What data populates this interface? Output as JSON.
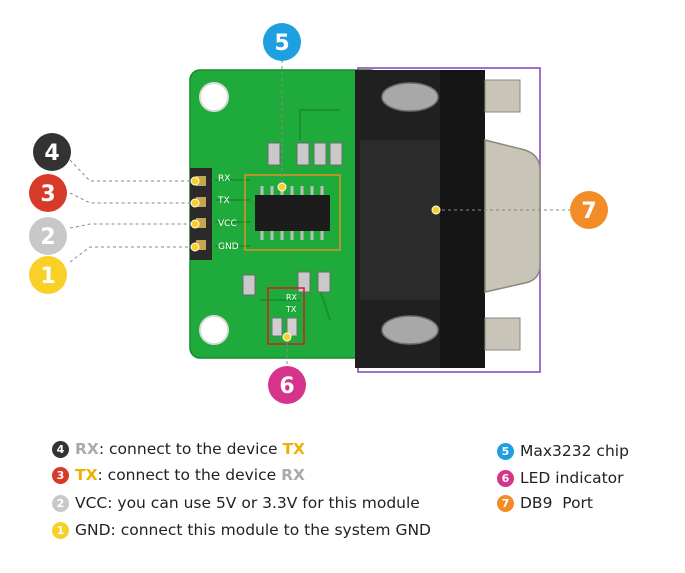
{
  "colors": {
    "pcb_green": "#1faa3c",
    "dark": "#333333",
    "red": "#d83a2a",
    "gray": "#bdbdbd",
    "yellow": "#f8d028",
    "blue": "#1e9fe0",
    "magenta": "#d6338a",
    "orange": "#f28c28",
    "chip_box": "#e0902a",
    "led_box": "#d02020",
    "port_box": "#8a3dbf"
  },
  "icons": [
    "pcb-board-image",
    "db9-connector-image",
    "max3232-chip-image",
    "led-image",
    "pin-header-image",
    "callout-dot-icon"
  ],
  "badges": {
    "b4": "4",
    "b3": "3",
    "b2": "2",
    "b1": "1",
    "b5": "5",
    "b6": "6",
    "b7": "7"
  },
  "pin_labels": {
    "rx": "RX",
    "tx": "TX",
    "vcc": "VCC",
    "gnd": "GND"
  },
  "led_labels": {
    "rx": "RX",
    "tx": "TX"
  },
  "legend_left": [
    {
      "num": "4",
      "color": "#333333",
      "key": "RX",
      "text": ": connect to the device ",
      "key2": "TX",
      "key_class": "k-gray",
      "key2_class": "k-yellow"
    },
    {
      "num": "3",
      "color": "#d83a2a",
      "key": "TX",
      "text": ": connect to the device ",
      "key2": "RX",
      "key_class": "k-yellow",
      "key2_class": "k-gray"
    },
    {
      "num": "2",
      "color": "#c8c8c8",
      "key": "",
      "text": "VCC: you can use 5V or 3.3V for this module",
      "key2": ""
    },
    {
      "num": "1",
      "color": "#f8d028",
      "key": "",
      "text": "GND: connect this module to the system GND",
      "key2": ""
    }
  ],
  "legend_right": [
    {
      "num": "5",
      "color": "#1e9fe0",
      "text": "Max3232 chip"
    },
    {
      "num": "6",
      "color": "#d6338a",
      "text": "LED indicator"
    },
    {
      "num": "7",
      "color": "#f28c28",
      "text": "DB9  Port"
    }
  ]
}
